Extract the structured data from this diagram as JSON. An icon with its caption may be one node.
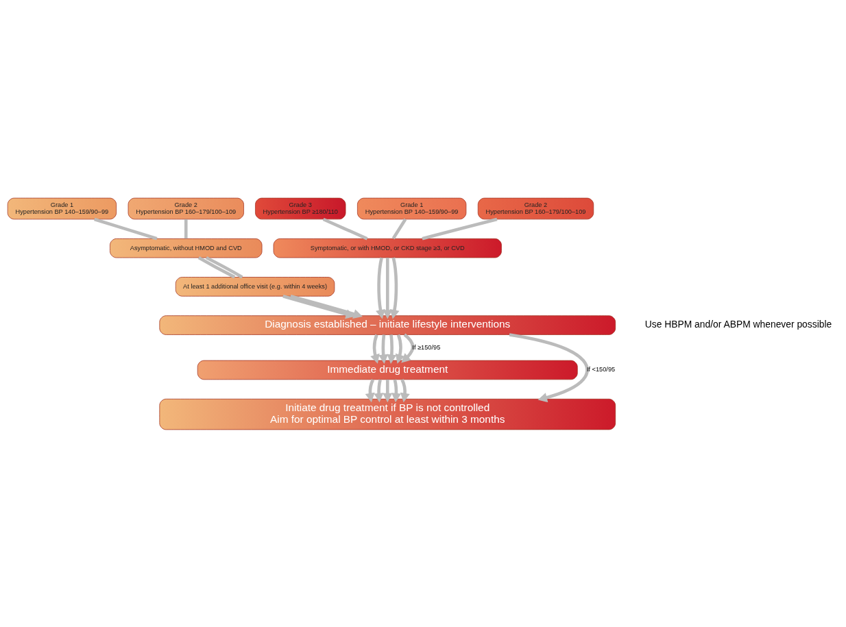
{
  "diagram": {
    "nodes": [
      {
        "text": [
          "Grade 1",
          "Hypertension BP 140–159/90–99"
        ]
      },
      {
        "text": [
          "Grade 2",
          "Hypertension BP 160–179/100–109"
        ]
      },
      {
        "text": [
          "Grade 1",
          "Hypertension BP 140–159/90–99"
        ]
      },
      {
        "text": [
          "Grade 2",
          "Hypertension BP 160–179/100–109"
        ]
      },
      {
        "text": [
          "Grade 3",
          "Hypertension BP ≥180/110"
        ]
      },
      {
        "text": [
          "Asymptomatic, without HMOD and CVD"
        ]
      },
      {
        "text": [
          "Symptomatic, or with HMOD, or CKD stage ≥3, or CVD"
        ]
      },
      {
        "text": [
          "At least 1 additional office visit (e.g. within 4 weeks)"
        ]
      },
      {
        "text": [
          "Diagnosis established – initiate lifestyle interventions"
        ]
      },
      {
        "text": [
          "Immediate drug treatment"
        ]
      },
      {
        "text": [
          "Initiate drug treatment if BP is not controlled",
          "Aim for optimal BP control at least within 3 months"
        ]
      }
    ],
    "edges": [
      {
        "from": 0,
        "to": 5,
        "arrow": "none"
      },
      {
        "from": 1,
        "to": 5,
        "arrow": "none"
      },
      {
        "from": 2,
        "to": 6,
        "arrow": "none"
      },
      {
        "from": 3,
        "to": 6,
        "arrow": "none"
      },
      {
        "from": 4,
        "to": 6,
        "arrow": "none"
      },
      {
        "from": 5,
        "to": 7,
        "arrow": "none"
      },
      {
        "from": 5,
        "to": 7,
        "arrow": "none"
      },
      {
        "from": 7,
        "to": 8,
        "arrow": "to"
      },
      {
        "from": 7,
        "to": 8,
        "arrow": "to"
      },
      {
        "from": 6,
        "to": 8,
        "arrow": "to"
      },
      {
        "from": 6,
        "to": 8,
        "arrow": "to"
      },
      {
        "from": 6,
        "to": 8,
        "arrow": "to"
      },
      {
        "from": 8,
        "to": 10,
        "arrow": "to",
        "label": "If <150/95"
      },
      {
        "from": 8,
        "to": 9,
        "arrow": "to",
        "label": "If ≥150/95"
      },
      {
        "from": 8,
        "to": 9,
        "arrow": "to"
      },
      {
        "from": 8,
        "to": 9,
        "arrow": "to"
      },
      {
        "from": 8,
        "to": 9,
        "arrow": "to"
      },
      {
        "from": 8,
        "to": 9,
        "arrow": "to"
      },
      {
        "from": 9,
        "to": 10,
        "arrow": "to"
      },
      {
        "from": 9,
        "to": 10,
        "arrow": "to"
      },
      {
        "from": 9,
        "to": 10,
        "arrow": "to"
      },
      {
        "from": 9,
        "to": 10,
        "arrow": "to"
      },
      {
        "from": 9,
        "to": 10,
        "arrow": "to"
      }
    ],
    "labels": [
      "Use HBPM and/or ABPM whenever possible"
    ]
  }
}
